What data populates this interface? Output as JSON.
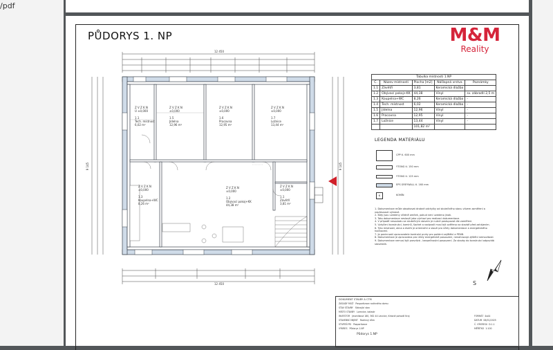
{
  "browser": {
    "tab_text": "/pdf"
  },
  "plan": {
    "title": "PŮDORYS 1. NP",
    "logo_top": "M&M",
    "logo_bottom": "Reality",
    "dims_top_overall": "12 450",
    "dims_bottom_overall": "12 450",
    "dims_left_overall": "9 145",
    "dims_right_overall": "9 145",
    "rooms": [
      {
        "id": "1.1",
        "name": "Tech. místnost",
        "area": "6,02 m²",
        "floor": "Ú ±0,000",
        "level": "Z V Z K N"
      },
      {
        "id": "1.5",
        "name": "Jídelna",
        "area": "12,96 m²",
        "floor": "±0,000",
        "level": "Z V Z K N"
      },
      {
        "id": "1.6",
        "name": "Pracovna",
        "area": "12,95 m²",
        "floor": "±0,000",
        "level": "Z V Z K N"
      },
      {
        "id": "1.7",
        "name": "Ložnice",
        "area": "13,44 m²",
        "floor": "±0,000",
        "level": "Z V Z K N"
      },
      {
        "id": "1.3",
        "name": "Koupelna+WC",
        "area": "8,26 m²",
        "floor": "±0,000",
        "level": "Z V Z K N"
      },
      {
        "id": "1.2",
        "name": "Obývací pokoj+KK",
        "area": "44,38 m²",
        "floor": "±0,000",
        "level": "Z V Z K N"
      },
      {
        "id": "1.1",
        "name": "Závětří",
        "area": "3,81 m²",
        "floor": "±0,000",
        "level": "Z V Z K N"
      }
    ]
  },
  "room_table": {
    "caption": "Tabulka místností 1.NP",
    "headers": [
      "Č.",
      "Název místnosti",
      "Plocha [m2]",
      "Nášlapná vrstva",
      "Poznámky"
    ],
    "rows": [
      [
        "1.1",
        "Závětří",
        "3,81",
        "Keramická dlažba",
        ""
      ],
      [
        "1.2",
        "Obývací pokoj+KK",
        "44,38",
        "Vinyl",
        "sv. zábradlí 2,5 m"
      ],
      [
        "1.3",
        "Koupelna+WC",
        "8,26",
        "Keramická dlažba",
        "-"
      ],
      [
        "1.4",
        "Tech. místnost",
        "6,02",
        "Keramická dlažba",
        "-"
      ],
      [
        "1.5",
        "Jídelna",
        "12,96",
        "Vinyl",
        "-"
      ],
      [
        "1.6",
        "Pracovna",
        "12,95",
        "Vinyl",
        "-"
      ],
      [
        "1.7",
        "Ložnice",
        "13,44",
        "Vinyl",
        "-"
      ],
      [
        "",
        "",
        "101,82 m²",
        "",
        ""
      ]
    ]
  },
  "legend": {
    "title": "LEGENDA MATERIÁLU",
    "items": [
      {
        "label": "CPP tl. 600 mm",
        "color": "#ffffff"
      },
      {
        "label": "YTONG tl. 150 mm",
        "color": "#ffffff"
      },
      {
        "label": "YTONG tl. 125 mm",
        "color": "#ffffff"
      },
      {
        "label": "EPS GREYWALL tl. 160 mm",
        "color": "#cfdbe8"
      },
      {
        "label": "KOMÍN",
        "color": "#ffffff"
      }
    ]
  },
  "notes": [
    "1. Dokumentace může obsahovat drobné odchylky od skutečného stavu vlivem zaměření a nepřesností výkresů.",
    "2. Kóty jsou uvedeny včetně omítek, pokud není uvedeno jinak.",
    "3. Tato dokumentace neslouží jako výchozí pro realizaci dokumentace.",
    "4. V případě nesouladu se skutečným stavem je nutné postupovat dle zaměření.",
    "5. Vytyčení konstrukcí, komínů, šachet a nadpraží musí být ověřeno na stavbě před zahájením.",
    "6. Tyto místnosti, okna a dveře je orientační a slouží pro účely dokumentace a energetického hodnocení.",
    "7. Je povinností zpracovatele kontrolní prvky pro požární zajištění a PENB.",
    "8. Dokumentace je zpracována pro účely energetické posouzení, nenahrazuje zjištění nemovitostí.",
    "9. Dokumentace nemusí být pravdivá - bezpečnostní posouzení. Za stavby do konstrukcí odpovídá stavebník."
  ],
  "compass": {
    "letter": "S"
  },
  "title_block": {
    "header": "DOKUMENT STAVBY A CTM",
    "rows": [
      [
        "ZÁSADY MOŽ",
        "Pasportizace rodinného domu"
      ],
      [
        "STAV STAVBY",
        "Stávající stav"
      ],
      [
        "MÍSTO STAVBY",
        "Lomnice, katastr"
      ],
      [
        "INVESTOR",
        "Jeseníková 180, 362 44 Lesnice, Krásné pohodlí Kraj"
      ],
      [
        "STAVEBNÍ OBJEKT",
        "Rodinný dům"
      ],
      [
        "STUPEŇ PD",
        "Pasportizace"
      ],
      [
        "VÝKRES",
        "Půdorys 1.NP"
      ]
    ],
    "meta": [
      [
        "FORMÁT",
        "4xA4"
      ],
      [
        "DATUM",
        "08/01/2025"
      ],
      [
        "Č. VÝKRESU",
        "D.1.1"
      ],
      [
        "MĚŘÍTKO",
        "1:100"
      ]
    ],
    "drawing_title": "Půdorys 1.NP"
  }
}
